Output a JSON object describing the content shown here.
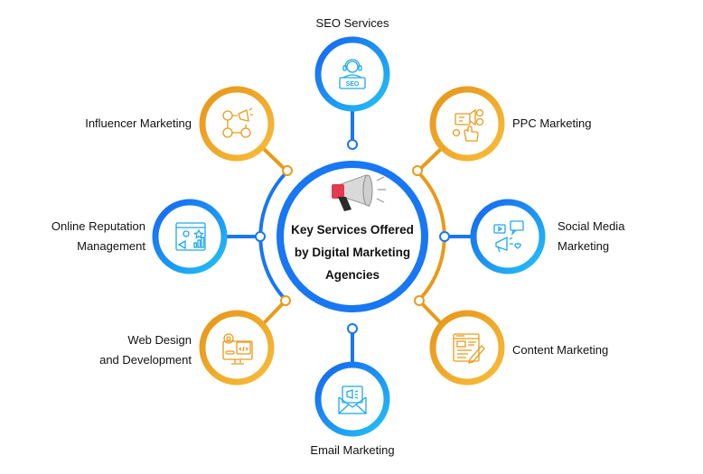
{
  "title": {
    "lines": [
      "Key Services Offered",
      "by Digital Marketing",
      "Agencies"
    ],
    "icon": "megaphone-icon"
  },
  "colors": {
    "blue": "#1877F2",
    "blue_light": "#22B8F0",
    "orange": "#E99A1A",
    "orange_light": "#F7B733",
    "text": "#111111",
    "megaphone_red": "#E23A4E",
    "megaphone_gray": "#BFBFBF",
    "megaphone_dark": "#2B2B2B"
  },
  "services": [
    {
      "id": "seo",
      "label_lines": [
        "SEO Services"
      ],
      "icon": "seo-support-icon",
      "color": "blue",
      "badge_text": "SEO"
    },
    {
      "id": "ppc",
      "label_lines": [
        "PPC Marketing"
      ],
      "icon": "ppc-click-icon",
      "color": "orange"
    },
    {
      "id": "social",
      "label_lines": [
        "Social Media",
        "Marketing"
      ],
      "icon": "social-media-icon",
      "color": "blue"
    },
    {
      "id": "content",
      "label_lines": [
        "Content Marketing"
      ],
      "icon": "content-writing-icon",
      "color": "orange"
    },
    {
      "id": "email",
      "label_lines": [
        "Email Marketing"
      ],
      "icon": "email-megaphone-icon",
      "color": "blue"
    },
    {
      "id": "web",
      "label_lines": [
        "Web Design",
        "and Development"
      ],
      "icon": "web-development-icon",
      "color": "orange"
    },
    {
      "id": "reputation",
      "label_lines": [
        "Online Reputation",
        "Management"
      ],
      "icon": "reputation-analytics-icon",
      "color": "blue"
    },
    {
      "id": "influencer",
      "label_lines": [
        "Influencer Marketing"
      ],
      "icon": "influencer-network-icon",
      "color": "orange"
    }
  ]
}
